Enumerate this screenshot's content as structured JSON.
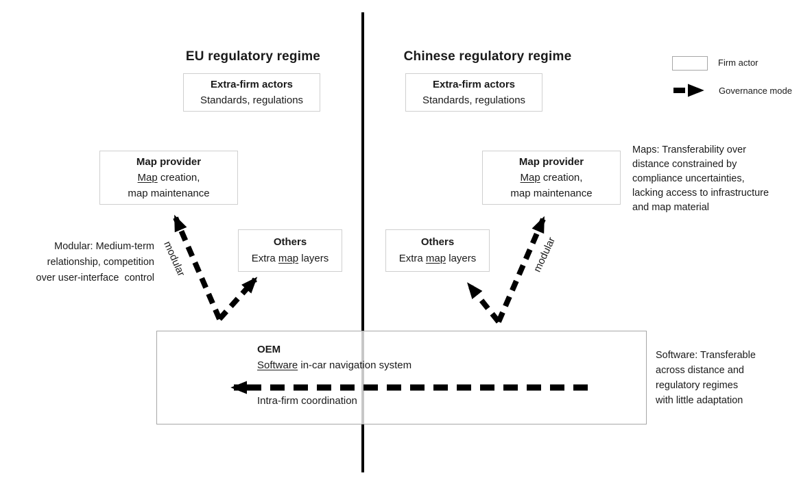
{
  "eu": {
    "title": "EU regulatory regime",
    "extra_firm": {
      "title": "Extra-firm actors",
      "subtitle": "Standards, regulations"
    },
    "map_provider": {
      "title": "Map provider",
      "creation_underlined": "Map",
      "creation_rest": " creation,",
      "maintenance": "map maintenance"
    },
    "others": {
      "title": "Others",
      "layers_pre": "Extra ",
      "layers_underlined": "map",
      "layers_post": " layers"
    },
    "modular_arrow_label": "modular",
    "annotation_lines": [
      "Modular: Medium-term",
      "relationship, competition",
      "over user-interface  control"
    ]
  },
  "china": {
    "title": "Chinese regulatory regime",
    "extra_firm": {
      "title": "Extra-firm actors",
      "subtitle": "Standards, regulations"
    },
    "map_provider": {
      "title": "Map provider",
      "creation_underlined": "Map",
      "creation_rest": " creation,",
      "maintenance": "map maintenance"
    },
    "others": {
      "title": "Others",
      "layers_pre": "Extra ",
      "layers_underlined": "map",
      "layers_post": " layers"
    },
    "modular_arrow_label": "modular",
    "annotation_lines": [
      "Maps: Transferability over",
      "distance constrained by",
      "compliance uncertainties,",
      "lacking access to infrastructure",
      "and map material"
    ]
  },
  "oem": {
    "title": "OEM",
    "software_underlined": "Software",
    "software_rest": " in-car navigation system",
    "arrow_label": "Intra-firm coordination",
    "annotation_lines": [
      "Software: Transferable",
      "across distance and",
      "regulatory regimes",
      "with little adaptation"
    ]
  },
  "legend": {
    "firm_actor": "Firm actor",
    "governance_mode": "Governance mode"
  },
  "colors": {
    "divider": "#000000",
    "arrow": "#000000",
    "box_border": "#cfcfcf",
    "oem_border": "#a6a6a6",
    "text": "#1a1a1a"
  }
}
